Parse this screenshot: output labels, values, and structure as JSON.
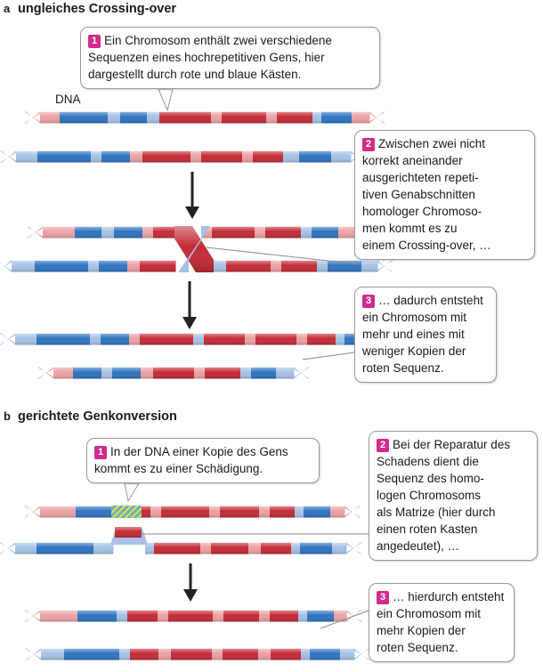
{
  "colors": {
    "red": "#c42b35",
    "red_light": "#eba1a4",
    "blue": "#2f74c0",
    "blue_light": "#a7c2e6",
    "badge": "#d02c8c",
    "arrow": "#222222"
  },
  "section_a": {
    "letter": "a",
    "title": "ungleiches Crossing-over",
    "dna_label": "DNA",
    "box1": {
      "num": "1",
      "lines": [
        "Ein Chromosom enthält zwei verschiedene",
        "Sequenzen eines hochrepetitiven Gens, hier",
        "dargestellt durch rote und blaue Kästen."
      ]
    },
    "box2": {
      "num": "2",
      "lines": [
        "Zwischen zwei nicht",
        "korrekt aneinander",
        "ausgerichteten repeti-",
        "tiven Genabschnitten",
        "homologer Chromoso-",
        "men kommt es zu",
        "einem Crossing-over, …"
      ]
    },
    "box3": {
      "num": "3",
      "lines": [
        "… dadurch entsteht",
        "ein Chromosom mit",
        "mehr und eines mit",
        "weniger Kopien der",
        "roten Sequenz."
      ]
    }
  },
  "section_b": {
    "letter": "b",
    "title": "gerichtete Genkonversion",
    "box1": {
      "num": "1",
      "lines": [
        "In der DNA einer Kopie des Gens",
        "kommt es zu einer Schädigung."
      ]
    },
    "box2": {
      "num": "2",
      "lines": [
        "Bei der Reparatur des",
        "Schadens dient die",
        "Sequenz des homo-",
        "logen Chromosoms",
        "als Matrize (hier durch",
        "einen roten Kasten",
        "angedeutet), …"
      ]
    },
    "box3": {
      "num": "3",
      "lines": [
        "… hierdurch entsteht",
        "ein Chromosom mit",
        "mehr Kopien der",
        "roten Sequenz."
      ]
    }
  }
}
